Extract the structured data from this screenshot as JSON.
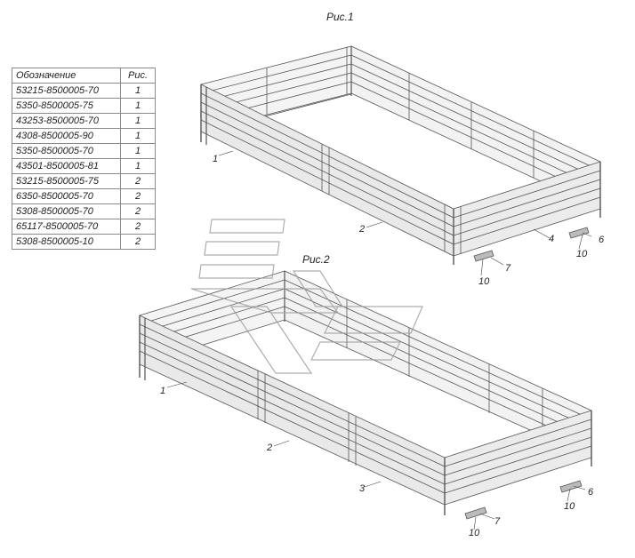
{
  "fig1_title": "Рис.1",
  "fig2_title": "Рис.2",
  "legend": {
    "header_designation": "Обозначение",
    "header_fig": "Рис.",
    "rows": [
      {
        "designation": "53215-8500005-70",
        "fig": "1"
      },
      {
        "designation": "5350-8500005-75",
        "fig": "1"
      },
      {
        "designation": "43253-8500005-70",
        "fig": "1"
      },
      {
        "designation": "4308-8500005-90",
        "fig": "1"
      },
      {
        "designation": "5350-8500005-70",
        "fig": "1"
      },
      {
        "designation": "43501-8500005-81",
        "fig": "1"
      },
      {
        "designation": "53215-8500005-75",
        "fig": "2"
      },
      {
        "designation": "6350-8500005-70",
        "fig": "2"
      },
      {
        "designation": "5308-8500005-70",
        "fig": "2"
      },
      {
        "designation": "65117-8500005-70",
        "fig": "2"
      },
      {
        "designation": "5308-8500005-10",
        "fig": "2"
      }
    ]
  },
  "callouts_fig1": [
    "1",
    "2",
    "4",
    "6",
    "10",
    "7",
    "10"
  ],
  "callouts_fig2": [
    "1",
    "2",
    "3",
    "6",
    "10",
    "7",
    "10"
  ],
  "colors": {
    "line": "#555555",
    "panel": "#eeeeee",
    "watermark": "#9a9a9a"
  }
}
